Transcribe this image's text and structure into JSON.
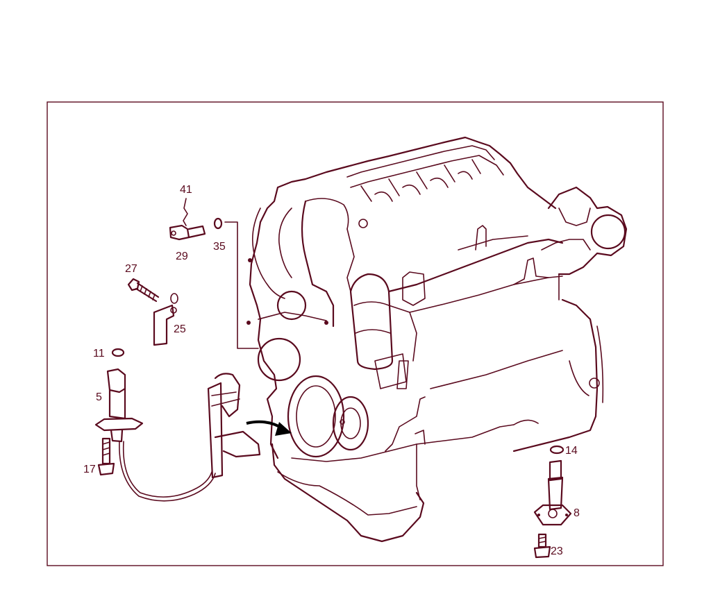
{
  "diagram": {
    "line_color": "#5a0a1e",
    "background": "#ffffff",
    "part_labels": {
      "p41": "41",
      "p29": "29",
      "p35": "35",
      "p27": "27",
      "p25": "25",
      "p11": "11",
      "p5": "5",
      "p17": "17",
      "p14": "14",
      "p8": "8",
      "p23": "23"
    }
  }
}
